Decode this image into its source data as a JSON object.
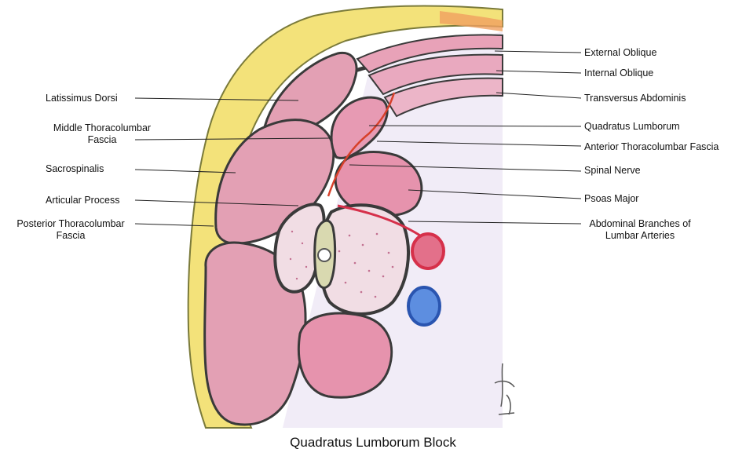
{
  "labels": {
    "external_oblique": "External Oblique",
    "internal_oblique": "Internal Oblique",
    "transversus_abdominis": "Transversus Abdominis",
    "quadratus_lumborum": "Quadratus Lumborum",
    "anterior_thoracolumbar_fascia": "Anterior Thoracolumbar Fascia",
    "spinal_nerve": "Spinal Nerve",
    "psoas_major": "Psoas Major",
    "abdominal_branches_line1": "Abdominal Branches of",
    "abdominal_branches_line2": "Lumbar Arteries",
    "latissimus_dorsi": "Latissimus Dorsi",
    "middle_thoracolumbar_line1": "Middle Thoracolumbar",
    "middle_thoracolumbar_line2": "Fascia",
    "sacrospinalis": "Sacrospinalis",
    "articular_process": "Articular Process",
    "posterior_thoracolumbar_line1": "Posterior Thoracolumbar",
    "posterior_thoracolumbar_line2": "Fascia"
  },
  "caption": "Quadratus Lumborum Block",
  "colors": {
    "fat": "#f3e27a",
    "muscle": "#e8a2b8",
    "muscle_dark": "#d9849f",
    "fascia": "#444444",
    "artery": "#d6304a",
    "vein": "#3d6fd0",
    "nerve": "#d8402a",
    "bone": "#f1dde4",
    "shade": "#ece6f5"
  }
}
